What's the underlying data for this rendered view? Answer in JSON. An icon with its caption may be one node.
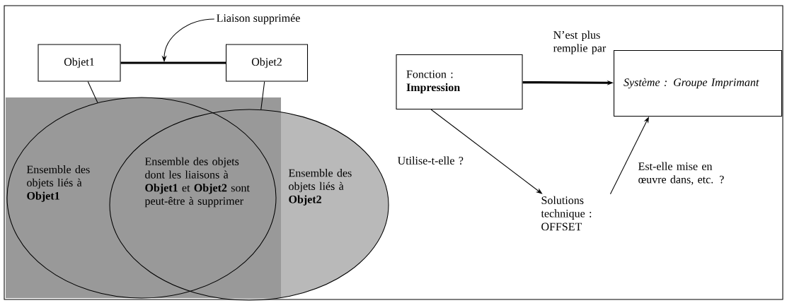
{
  "diagram": {
    "nodes": [
      {
        "text": [
          "Objet1"
        ]
      },
      {
        "text": [
          "Objet2"
        ]
      },
      {
        "text": [
          "Ensemble des objets liés à **Objet1**"
        ]
      },
      {
        "text": [
          "Ensemble des objets liés à **Objet2**"
        ]
      },
      {
        "text": [
          "Liaison supprimée"
        ]
      },
      {
        "text": [
          "Fonction : **Impression**"
        ]
      },
      {
        "text": [
          "Système : Groupe Imprimant"
        ]
      },
      {
        "text": [
          "Solutions technique : OFFSET"
        ]
      }
    ],
    "edges": [
      {
        "from": 0,
        "to": 1,
        "arrow": "none",
        "style": "thick"
      },
      {
        "from": 0,
        "to": 2,
        "arrow": "none"
      },
      {
        "from": 1,
        "to": 3,
        "arrow": "none"
      },
      {
        "from": 4,
        "to": null,
        "arrow": "to"
      },
      {
        "from": 5,
        "to": 6,
        "arrow": "to",
        "style": "thick",
        "label": "N’est plus remplie par"
      },
      {
        "from": 5,
        "to": 7,
        "arrow": "to",
        "label": "Utilise-t-elle ?"
      },
      {
        "from": 7,
        "to": 6,
        "arrow": "to",
        "label": "Est-elle mise en œuvre dans, etc. ?"
      }
    ],
    "labels": [
      "Ensemble des objets dont les liaisons à **Objet1** et **Objet2** sont peut-être à supprimer"
    ]
  }
}
